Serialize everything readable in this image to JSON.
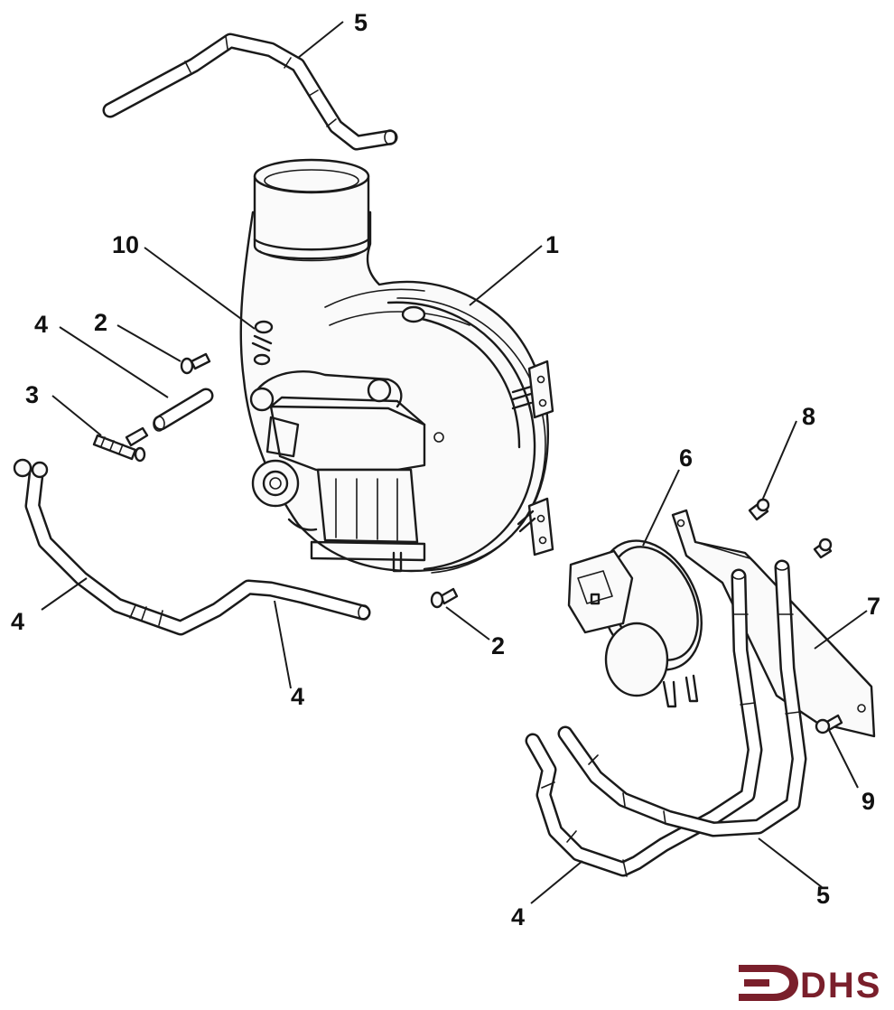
{
  "callouts": {
    "c1": "1",
    "c2a": "2",
    "c2b": "2",
    "c3": "3",
    "c4a": "4",
    "c4b": "4",
    "c4c": "4",
    "c4d": "4",
    "c5a": "5",
    "c5b": "5",
    "c6": "6",
    "c7": "7",
    "c8": "8",
    "c9": "9",
    "c10": "10"
  },
  "logo": {
    "text": "DHS",
    "color": "#7a1f2b"
  },
  "colors": {
    "line": "#1a1a1a",
    "background": "#ffffff"
  }
}
